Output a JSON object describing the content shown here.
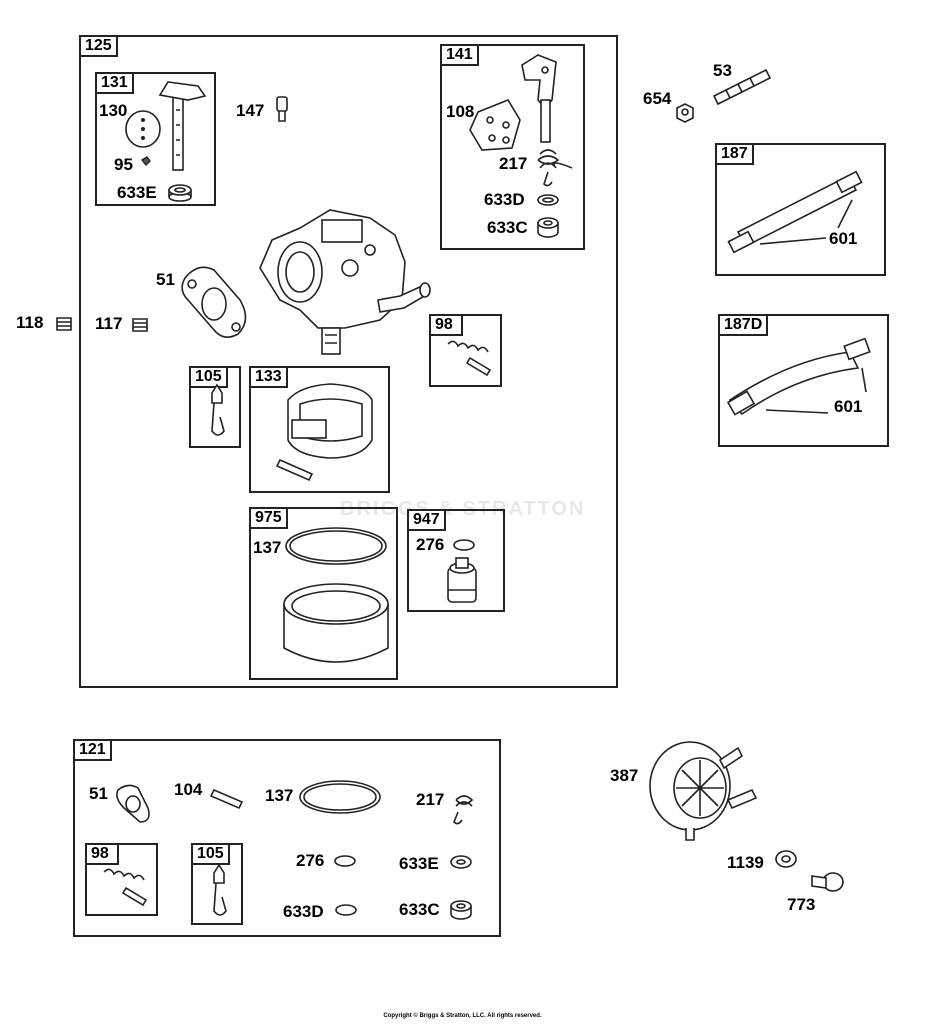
{
  "kits": [
    {
      "id": "125"
    },
    {
      "id": "131"
    },
    {
      "id": "141"
    },
    {
      "id": "187"
    },
    {
      "id": "187D"
    },
    {
      "id": "98"
    },
    {
      "id": "105"
    },
    {
      "id": "133"
    },
    {
      "id": "975"
    },
    {
      "id": "947"
    },
    {
      "id": "121"
    },
    {
      "id": "98"
    },
    {
      "id": "105"
    }
  ],
  "callouts": [
    "130",
    "95",
    "633E",
    "147",
    "108",
    "217",
    "633D",
    "633C",
    "51",
    "118",
    "117",
    "137",
    "276",
    "654",
    "53",
    "601",
    "601",
    "387",
    "1139",
    "773",
    "51",
    "104",
    "137",
    "217",
    "276",
    "633E",
    "633D",
    "633C"
  ],
  "watermark": "BRIGGS & STRATTON",
  "copyright": "Copyright © Briggs & Stratton, LLC. All rights reserved."
}
